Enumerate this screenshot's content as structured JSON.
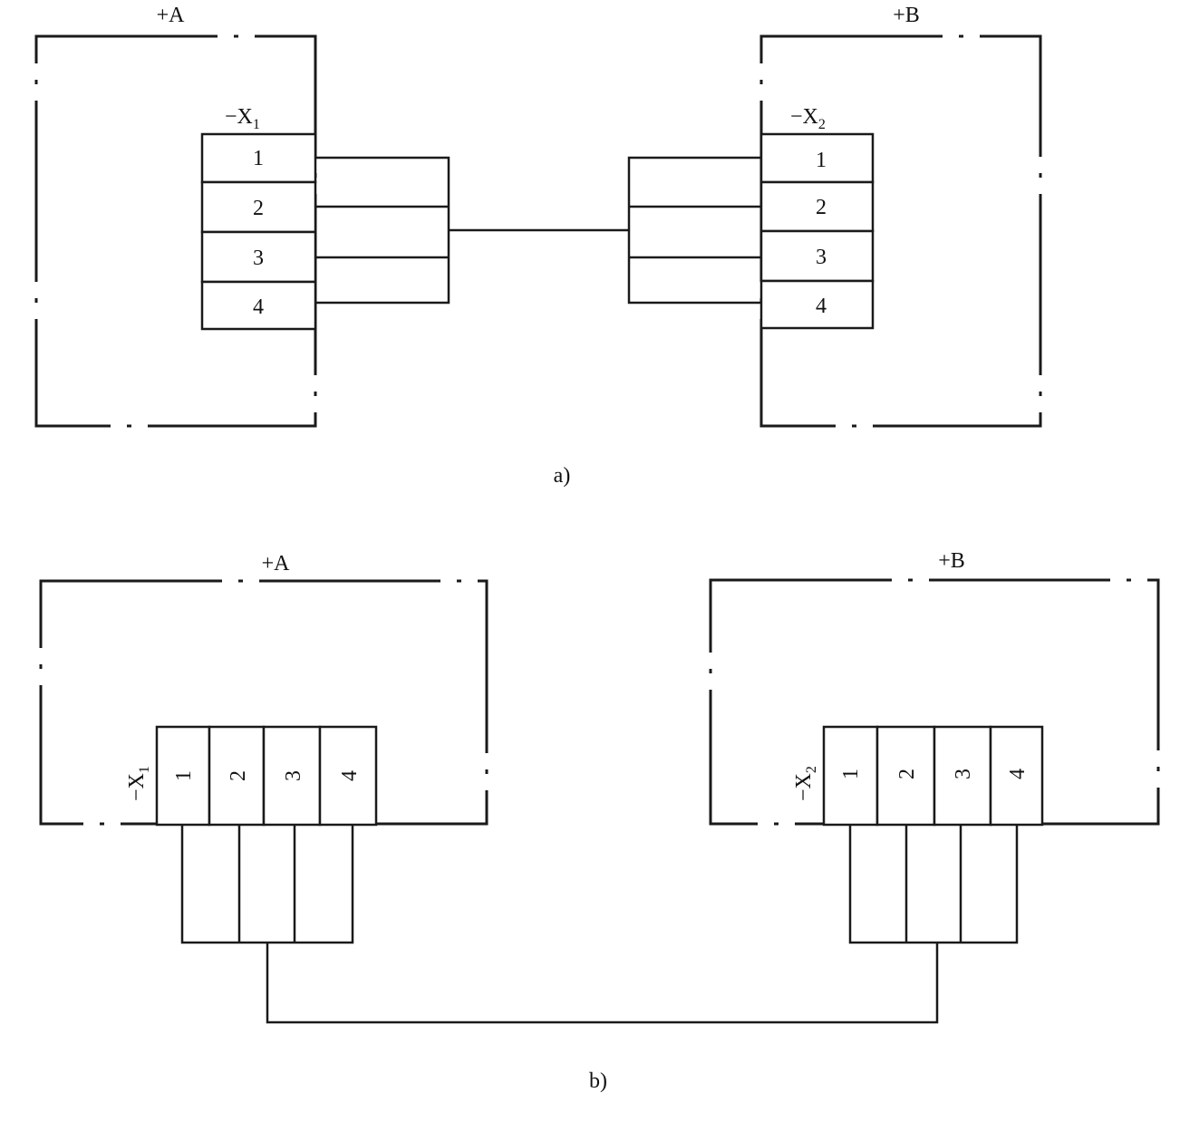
{
  "diagram_a": {
    "caption": "a)",
    "unit_left": {
      "label": "+A",
      "connector_label": "−X",
      "connector_subscript": "1",
      "terminals": [
        "1",
        "2",
        "3",
        "4"
      ]
    },
    "unit_right": {
      "label": "+B",
      "connector_label": "−X",
      "connector_subscript": "2",
      "terminals": [
        "1",
        "2",
        "3",
        "4"
      ]
    }
  },
  "diagram_b": {
    "caption": "b)",
    "unit_left": {
      "label": "+A",
      "connector_label": "−X",
      "connector_subscript": "1",
      "terminals": [
        "1",
        "2",
        "3",
        "4"
      ]
    },
    "unit_right": {
      "label": "+B",
      "connector_label": "−X",
      "connector_subscript": "2",
      "terminals": [
        "1",
        "2",
        "3",
        "4"
      ]
    }
  },
  "colors": {
    "line": "#1a1a1a",
    "background": "#ffffff"
  }
}
